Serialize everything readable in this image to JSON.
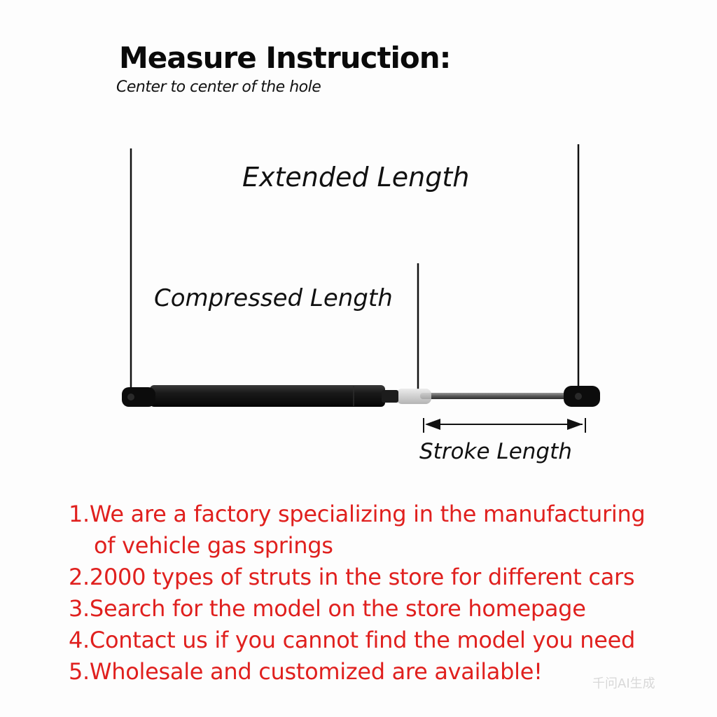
{
  "header": {
    "title": "Measure Instruction:",
    "subtitle": "Center to center of the hole"
  },
  "diagram": {
    "extended_label": "Extended Length",
    "compressed_label": "Compressed Length",
    "stroke_label": "Stroke Length"
  },
  "notes": [
    "1.We are a factory specializing in the manufacturing",
    "of vehicle gas springs",
    "2.2000 types of struts in the store for different cars",
    "3.Search for the model on the store homepage",
    "4.Contact us if you cannot find the model you need",
    "5.Wholesale and customized are available!"
  ],
  "watermark": "千问AI生成",
  "colors": {
    "text": "#111111",
    "notes": "#e0201e",
    "strut_body": "#141414",
    "strut_rod": "#6b6b6b"
  }
}
